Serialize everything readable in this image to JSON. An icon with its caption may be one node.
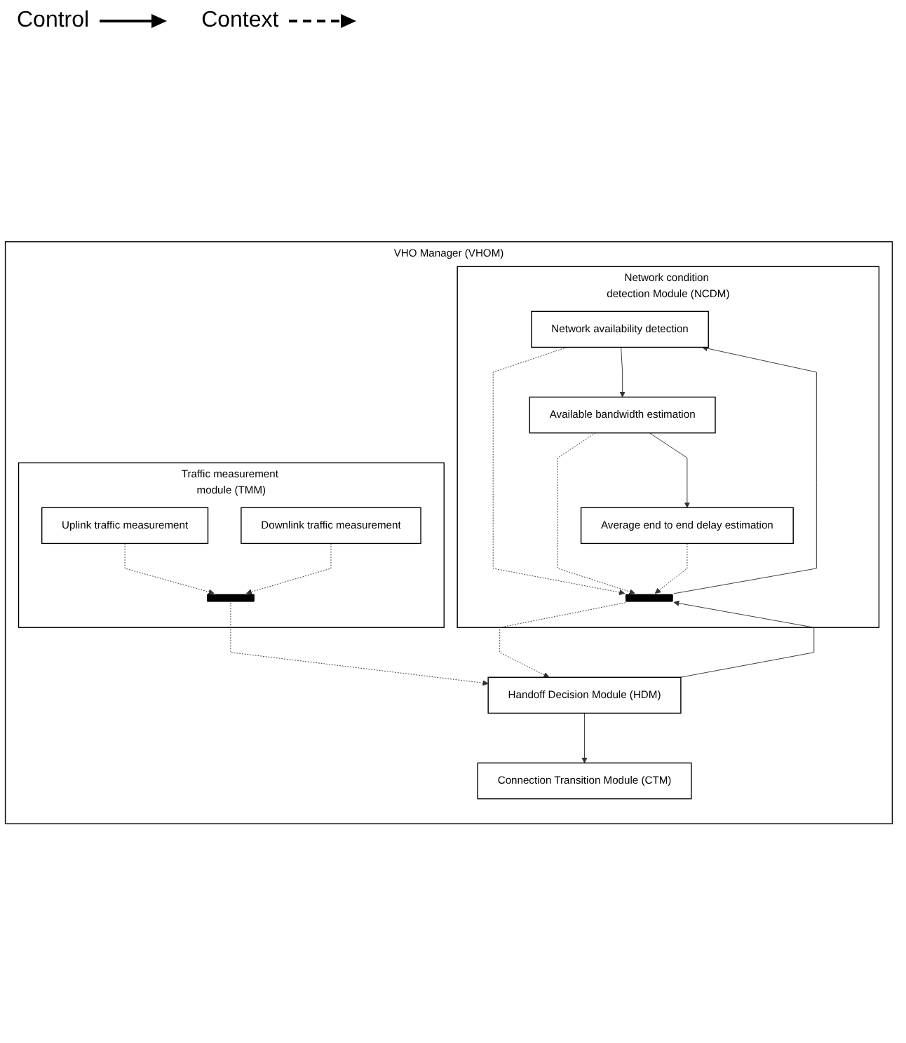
{
  "diagram": {
    "nodes": [
      {
        "text": [
          "VHO Manager (VHOM)"
        ]
      },
      {
        "text": [
          "Traffic measurement module (TMM)"
        ],
        "in": 0
      },
      {
        "text": [
          "Uplink traffic measurement"
        ],
        "in": 1
      },
      {
        "text": [
          "Downlink traffic measurement"
        ],
        "in": 1
      },
      {
        "text": [],
        "shape": "bar",
        "in": 1
      },
      {
        "text": [
          "Network condition detection Module (NCDM)"
        ],
        "in": 0
      },
      {
        "text": [
          "Network availability detection"
        ],
        "in": 5
      },
      {
        "text": [
          "Available bandwidth estimation"
        ],
        "in": 5
      },
      {
        "text": [
          "Average end to end delay estimation"
        ],
        "in": 5
      },
      {
        "text": [],
        "shape": "bar",
        "in": 5
      },
      {
        "text": [
          "Handoff Decision Module (HDM)"
        ],
        "in": 0
      },
      {
        "text": [
          "Connection Transition Module (CTM)"
        ],
        "in": 0
      }
    ],
    "edges": [
      {
        "from": 2,
        "to": 4,
        "arrow": "to",
        "style": "dashed"
      },
      {
        "from": 3,
        "to": 4,
        "arrow": "to",
        "style": "dashed"
      },
      {
        "from": 4,
        "to": 10,
        "arrow": "to",
        "style": "dashed"
      },
      {
        "from": 10,
        "to": 9,
        "arrow": "to"
      },
      {
        "from": 9,
        "to": 6,
        "arrow": "to"
      },
      {
        "from": 6,
        "to": 9,
        "arrow": "to",
        "style": "dashed"
      },
      {
        "from": 9,
        "to": 10,
        "arrow": "to",
        "style": "dashed"
      },
      {
        "from": 7,
        "to": 9,
        "arrow": "to",
        "style": "dashed"
      },
      {
        "from": 8,
        "to": 9,
        "arrow": "to",
        "style": "dashed"
      },
      {
        "from": 6,
        "to": 7,
        "arrow": "to"
      },
      {
        "from": 7,
        "to": 8,
        "arrow": "to"
      },
      {
        "from": 10,
        "to": 11,
        "arrow": "to"
      }
    ],
    "legend": [
      {
        "text": "Control"
      },
      {
        "text": "Context"
      }
    ]
  }
}
